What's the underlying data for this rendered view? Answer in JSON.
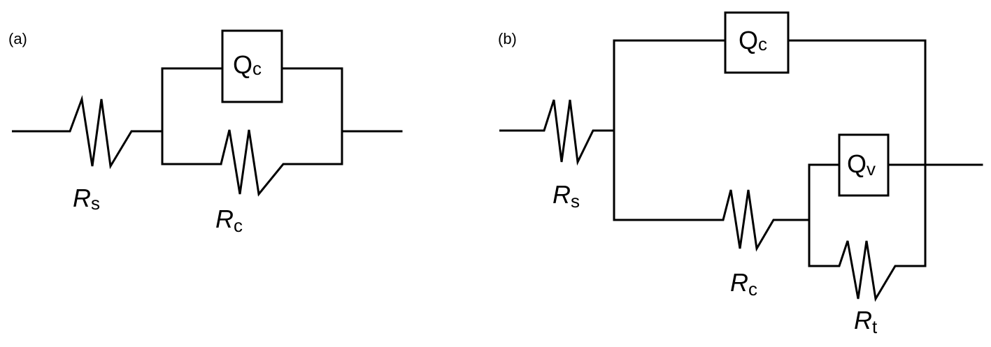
{
  "diagram_a": {
    "panel_label": "(a)",
    "elements": {
      "Rs": {
        "symbol": "R",
        "subscript": "s",
        "italic": true,
        "type": "resistor"
      },
      "Rc": {
        "symbol": "R",
        "subscript": "c",
        "italic": true,
        "type": "resistor"
      },
      "Qc": {
        "symbol": "Q",
        "subscript": "c",
        "italic": false,
        "type": "constant-phase-element"
      }
    },
    "topology": "Rs in series with (Qc parallel Rc)"
  },
  "diagram_b": {
    "panel_label": "(b)",
    "elements": {
      "Rs": {
        "symbol": "R",
        "subscript": "s",
        "italic": true,
        "type": "resistor"
      },
      "Qc": {
        "symbol": "Q",
        "subscript": "c",
        "italic": false,
        "type": "constant-phase-element"
      },
      "Rc": {
        "symbol": "R",
        "subscript": "c",
        "italic": true,
        "type": "resistor"
      },
      "Qv": {
        "symbol": "Q",
        "subscript": "v",
        "italic": false,
        "type": "constant-phase-element"
      },
      "Rt": {
        "symbol": "R",
        "subscript": "t",
        "italic": true,
        "type": "resistor"
      }
    },
    "topology": "Rs in series with (Qc parallel (Rc in series with (Qv parallel Rt)))"
  },
  "style": {
    "line_color": "#000000",
    "background": "#ffffff"
  }
}
